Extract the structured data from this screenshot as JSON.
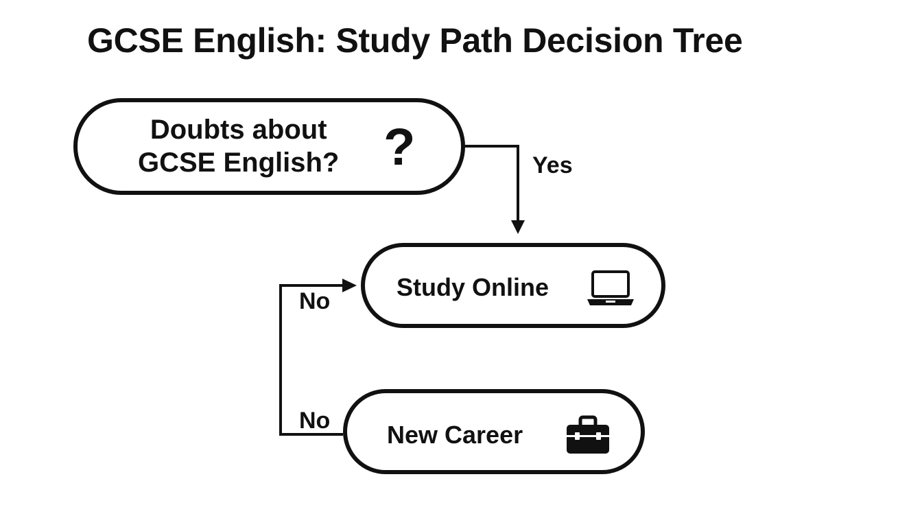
{
  "title": "GCSE English: Study Path Decision Tree",
  "nodes": {
    "question": {
      "line1": "Doubts about",
      "line2": "GCSE English?",
      "icon": "question-mark-icon",
      "glyph": "?"
    },
    "study_online": {
      "label": "Study Online",
      "icon": "laptop-icon"
    },
    "new_career": {
      "label": "New Career",
      "icon": "briefcase-icon"
    }
  },
  "edges": [
    {
      "from": "question",
      "to": "study_online",
      "label": "Yes"
    },
    {
      "from": "new_career",
      "to": "study_online",
      "label": "No"
    }
  ],
  "extra_labels": {
    "no_upper": "No"
  }
}
